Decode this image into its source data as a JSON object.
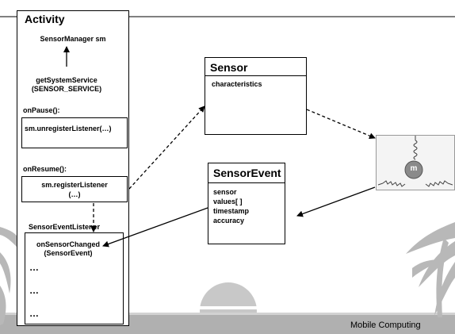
{
  "activity": {
    "title": "Activity",
    "sensor_manager": "SensorManager sm",
    "get_system_service_line1": "getSystemService",
    "get_system_service_line2": "(SENSOR_SERVICE)",
    "on_pause_label": "onPause():",
    "unregister_call": "sm.unregisterListener(…)",
    "on_resume_label": "onResume():",
    "register_call_line1": "sm.registerListener",
    "register_call_line2": "(…)",
    "listener_label": "SensorEventListener",
    "on_sensor_changed_line1": "onSensorChanged",
    "on_sensor_changed_line2": "(SensorEvent)",
    "ellipsis": [
      "…",
      "…",
      "…"
    ]
  },
  "sensor": {
    "title": "Sensor",
    "field": "characteristics"
  },
  "sensor_event": {
    "title": "SensorEvent",
    "fields": [
      "sensor",
      "values[ ]",
      "timestamp",
      "accuracy"
    ]
  },
  "device_image": {
    "mass_label": "m",
    "icon": "accelerometer-spring-mass-icon"
  },
  "footer": {
    "text": "Mobile Computing"
  },
  "colors": {
    "footer_band": "#a8a8a8",
    "mass": "#8a8a8a",
    "sun": "#c8c8c8"
  }
}
